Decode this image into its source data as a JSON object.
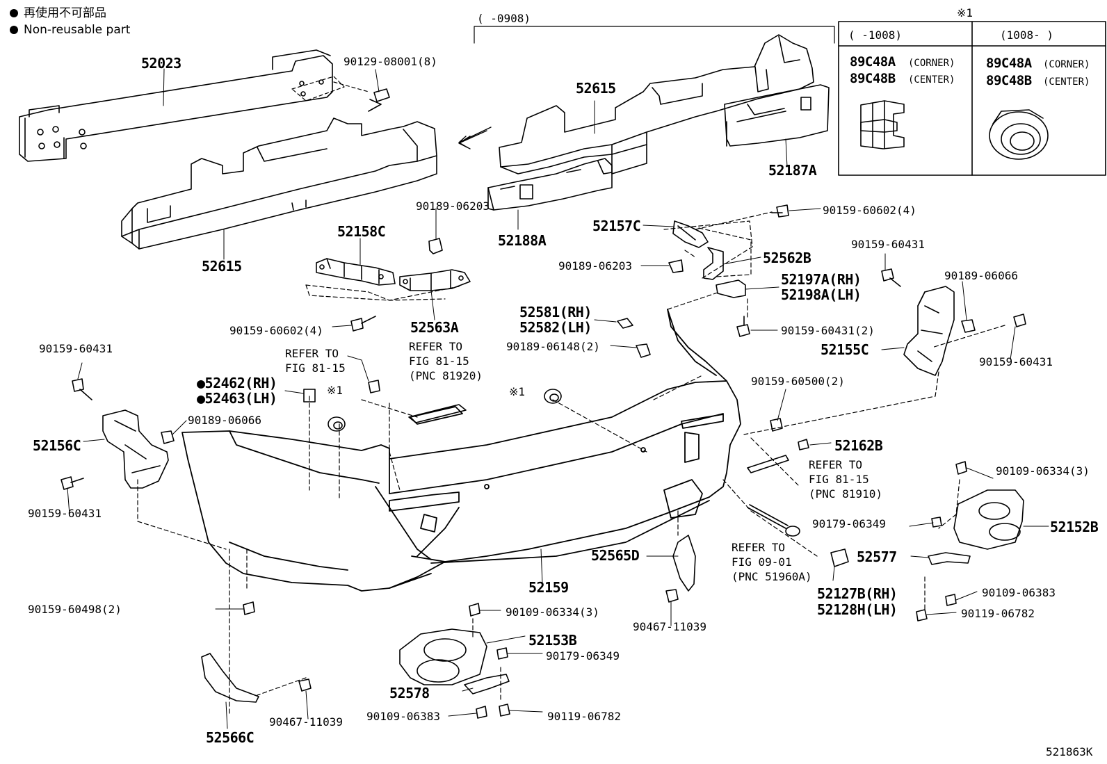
{
  "legend": {
    "line1": "再使用不可部品",
    "line2": "Non-reusable part"
  },
  "period_bracket": "(    -0908)",
  "variant_box": {
    "note_mark": "※1",
    "left_header": "(    -1008)",
    "right_header": "(1008-     )",
    "left": {
      "part_a": "89C48A",
      "part_a_note": "(CORNER)",
      "part_b": "89C48B",
      "part_b_note": "(CENTER)"
    },
    "right": {
      "part_a": "89C48A",
      "part_a_note": "(CORNER)",
      "part_b": "89C48B",
      "part_b_note": "(CENTER)"
    }
  },
  "labels": {
    "p52023": "52023",
    "p90129": "90129-08001(8)",
    "p52615_top": "52615",
    "p52187A": "52187A",
    "p52615_left": "52615",
    "p52188A": "52188A",
    "p90189_06203_a": "90189-06203",
    "p52158C": "52158C",
    "p52563A": "52563A",
    "p90159_60602_4_left": "90159-60602(4)",
    "p52157C": "52157C",
    "p90159_60602_4_right": "90159-60602(4)",
    "p52562B": "52562B",
    "p90189_06203_b": "90189-06203",
    "p52197A": "52197A(RH)",
    "p52198A": "52198A(LH)",
    "p90159_60431_top": "90159-60431",
    "p90189_06066_right": "90189-06066",
    "p52581": "52581(RH)",
    "p52582": "52582(LH)",
    "p90159_60431_2": "90159-60431(2)",
    "p90189_06148": "90189-06148(2)",
    "p52155C": "52155C",
    "p90159_60431_right": "90159-60431",
    "p90159_60431_left": "90159-60431",
    "refer1_line1": "REFER TO",
    "refer1_line2": "FIG 81-15",
    "refer2_line1": "REFER TO",
    "refer2_line2": "FIG 81-15",
    "refer2_line3": "(PNC 81920)",
    "p52462": "●52462(RH)",
    "p52463": "●52463(LH)",
    "note_mark_1": "※1",
    "note_mark_2": "※1",
    "p90159_60500": "90159-60500(2)",
    "p52156C": "52156C",
    "p90189_06066_left": "90189-06066",
    "p52162B": "52162B",
    "refer3_line1": "REFER TO",
    "refer3_line2": "FIG 81-15",
    "refer3_line3": "(PNC 81910)",
    "p90109_06334_right": "90109-06334(3)",
    "p90159_60431_bottomleft": "90159-60431",
    "p90179_06349_right": "90179-06349",
    "p52152B": "52152B",
    "p52565D": "52565D",
    "refer4_line1": "REFER TO",
    "refer4_line2": "FIG 09-01",
    "refer4_line3": "(PNC 51960A)",
    "p52577": "52577",
    "p52159": "52159",
    "p52127B": "52127B(RH)",
    "p52128H": "52128H(LH)",
    "p90109_06383_right": "90109-06383",
    "p90119_06782_right": "90119-06782",
    "p90159_60498": "90159-60498(2)",
    "p90109_06334_mid": "90109-06334(3)",
    "p90467_11039_mid": "90467-11039",
    "p52153B": "52153B",
    "p90179_06349_mid": "90179-06349",
    "p52578": "52578",
    "p90109_06383_mid": "90109-06383",
    "p90119_06782_mid": "90119-06782",
    "p90467_11039_left": "90467-11039",
    "p52566C": "52566C",
    "figure_code": "521863K"
  }
}
